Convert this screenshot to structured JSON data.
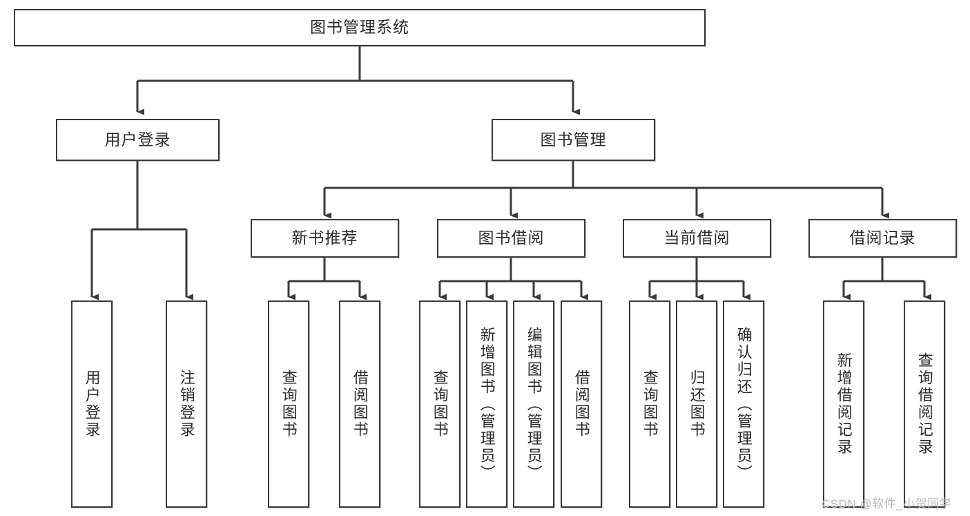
{
  "diagram": {
    "title_node": {
      "label": "图书管理系统"
    },
    "level2": [
      {
        "label": "用户登录"
      },
      {
        "label": "图书管理"
      }
    ],
    "level3": [
      {
        "label": "新书推荐"
      },
      {
        "label": "图书借阅"
      },
      {
        "label": "当前借阅"
      },
      {
        "label": "借阅记录"
      }
    ],
    "leaves": {
      "user_login": [
        {
          "label": "用户登录"
        },
        {
          "label": "注销登录"
        }
      ],
      "new_book_recommend": [
        {
          "label": "查询图书"
        },
        {
          "label": "借阅图书"
        }
      ],
      "book_borrow": [
        {
          "label": "查询图书"
        },
        {
          "label": "新增图书（管理员）"
        },
        {
          "label": "编辑图书（管理员）"
        },
        {
          "label": "借阅图书"
        }
      ],
      "current_borrow": [
        {
          "label": "查询图书"
        },
        {
          "label": "归还图书"
        },
        {
          "label": "确认归还（管理员）"
        }
      ],
      "borrow_records": [
        {
          "label": "新增借阅记录"
        },
        {
          "label": "查询借阅记录"
        }
      ]
    },
    "watermark": "CSDN @软件_小贺同学",
    "colors": {
      "stroke": "#3a3a3a",
      "text": "#2b2b2b",
      "background": "#ffffff",
      "watermark": "#b8b8b8"
    }
  }
}
